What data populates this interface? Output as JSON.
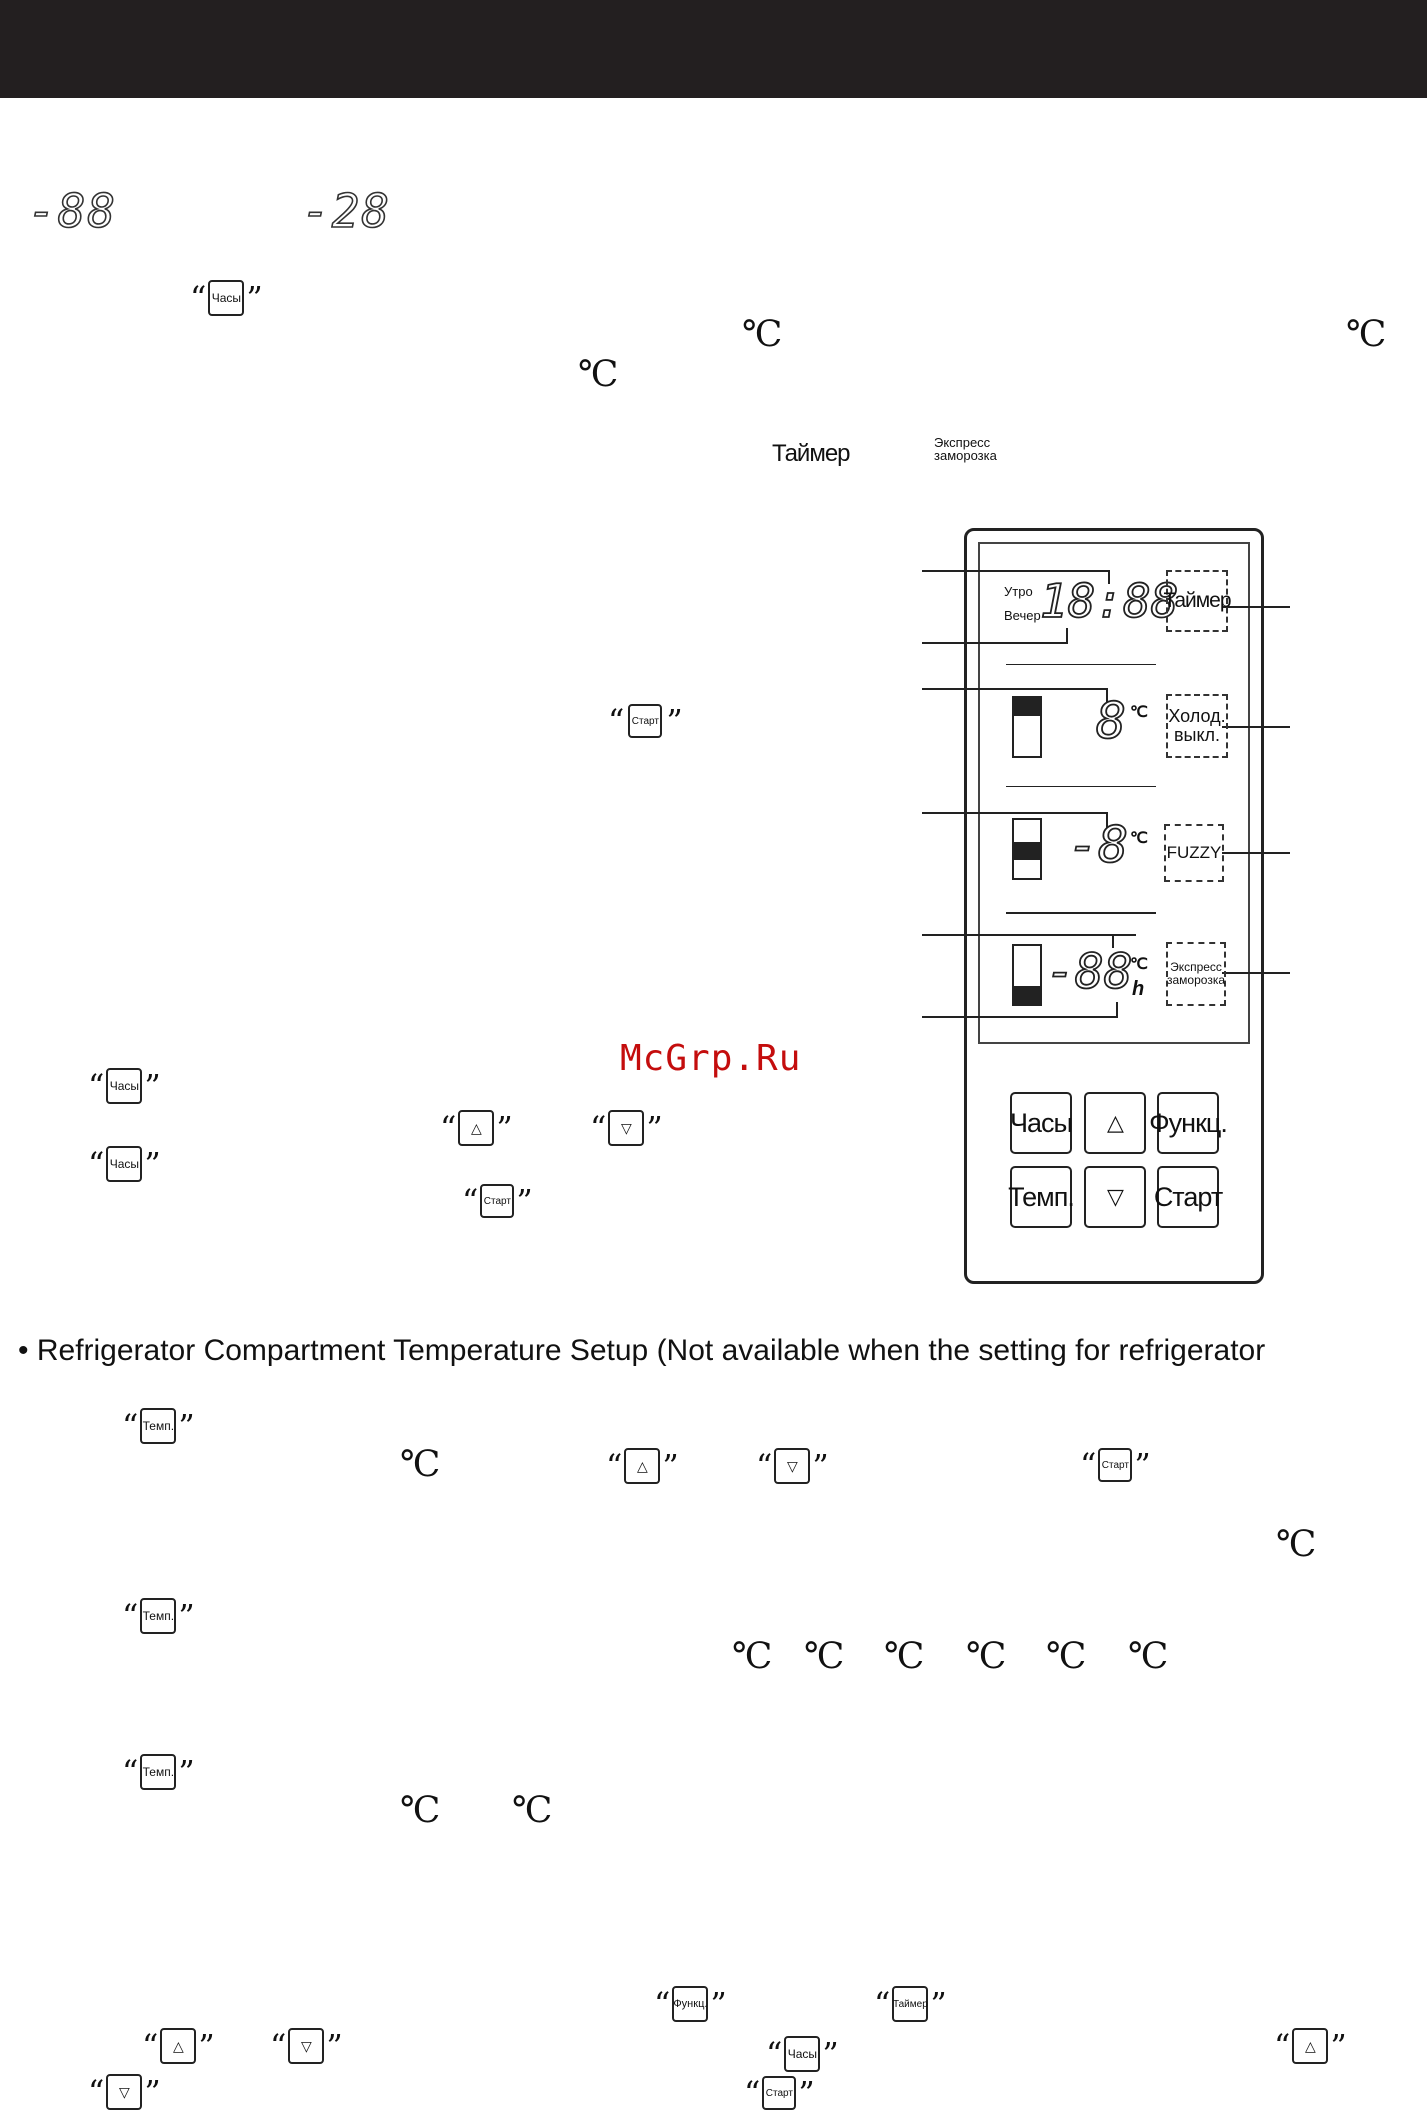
{
  "header": {},
  "top_display": {
    "lcd_left": "-88",
    "lcd_right": "-28"
  },
  "keys": {
    "clock": "Часы",
    "temp": "Темп.",
    "start": "Старт",
    "func": "Функц.",
    "timer": "Таймер",
    "up": "△",
    "down": "▽"
  },
  "degree_symbol": "℃",
  "label_timer": "Таймер",
  "label_express": [
    "Экспресс",
    "заморозка"
  ],
  "panel": {
    "morning": "Утро",
    "evening": "Вечер",
    "clock_digits": "18:88",
    "fridge_digit": "8",
    "freezer_digit": "-8",
    "express_digits": "-88",
    "deg_c": "℃",
    "hour_unit": "h",
    "btn_timer": "Таймер",
    "btn_cool_off": [
      "Холод.",
      "выкл."
    ],
    "btn_fuzzy": "FUZZY",
    "btn_express": [
      "Экспресс",
      "заморозка"
    ],
    "btn_clock": "Часы",
    "btn_up": "△",
    "btn_func": "Функц.",
    "btn_temp": "Темп.",
    "btn_down": "▽",
    "btn_start": "Старт"
  },
  "watermark": "McGrp.Ru",
  "section_heading": "• Refrigerator Compartment Temperature Setup (Not available when the setting for refrigerator",
  "open_quote": "“",
  "close_quote": "”"
}
